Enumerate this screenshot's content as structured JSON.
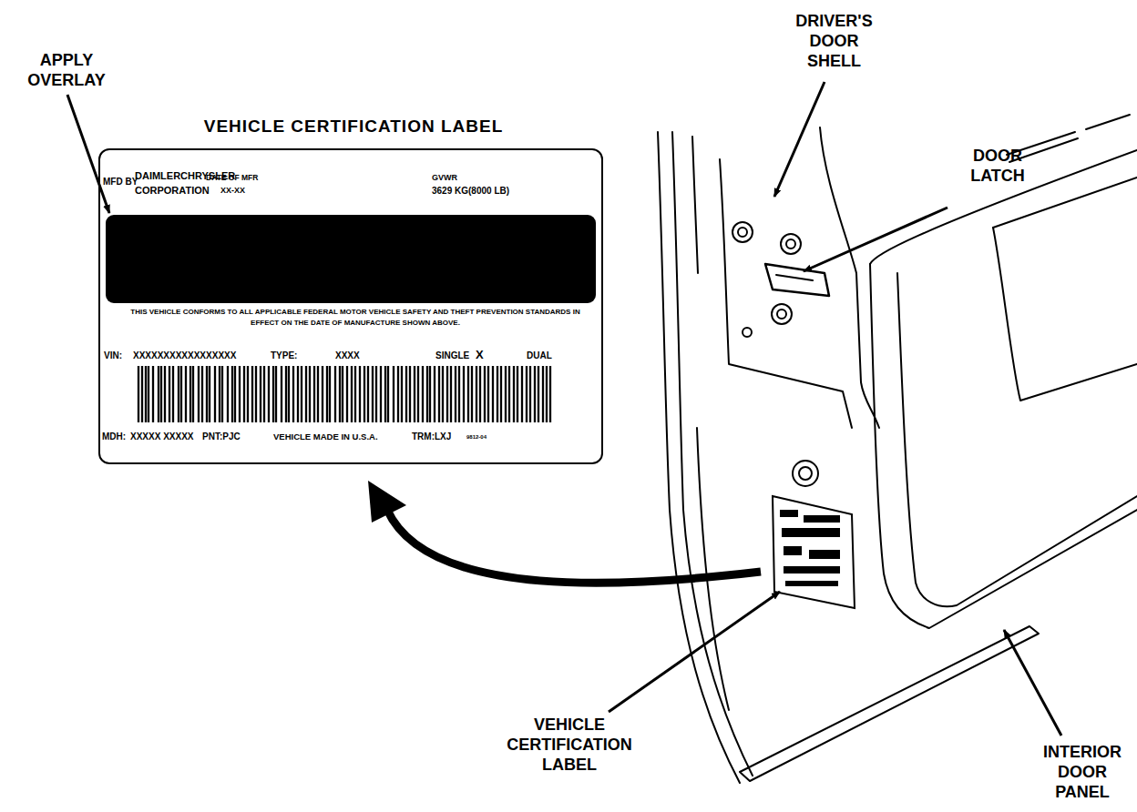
{
  "diagram": {
    "nodes": [
      {
        "text": [
          "VEHICLE CERTIFICATION LABEL",
          "MFD BY",
          "DAIMLERCHRYSLER CORPORATION",
          "DATE OF MFR",
          "XX-XX",
          "GVWR",
          "3629 KG(8000 LB)",
          "THIS VEHICLE CONFORMS TO ALL APPLICABLE FEDERAL MOTOR VEHICLE SAFETY AND THEFT PREVENTION STANDARDS IN EFFECT ON THE DATE OF MANUFACTURE SHOWN ABOVE.",
          "VIN:",
          "XXXXXXXXXXXXXXXXX",
          "TYPE:",
          "XXXX",
          "SINGLE",
          "X",
          "DUAL",
          "MDH:",
          "XXXXX XXXXX",
          "PNT:PJC",
          "VEHICLE MADE IN U.S.A.",
          "TRM:LXJ",
          "9812-04"
        ]
      }
    ],
    "labels": [
      "APPLY OVERLAY",
      "DRIVER'S DOOR SHELL",
      "DOOR LATCH",
      "VEHICLE CERTIFICATION LABEL",
      "INTERIOR DOOR PANEL"
    ]
  }
}
